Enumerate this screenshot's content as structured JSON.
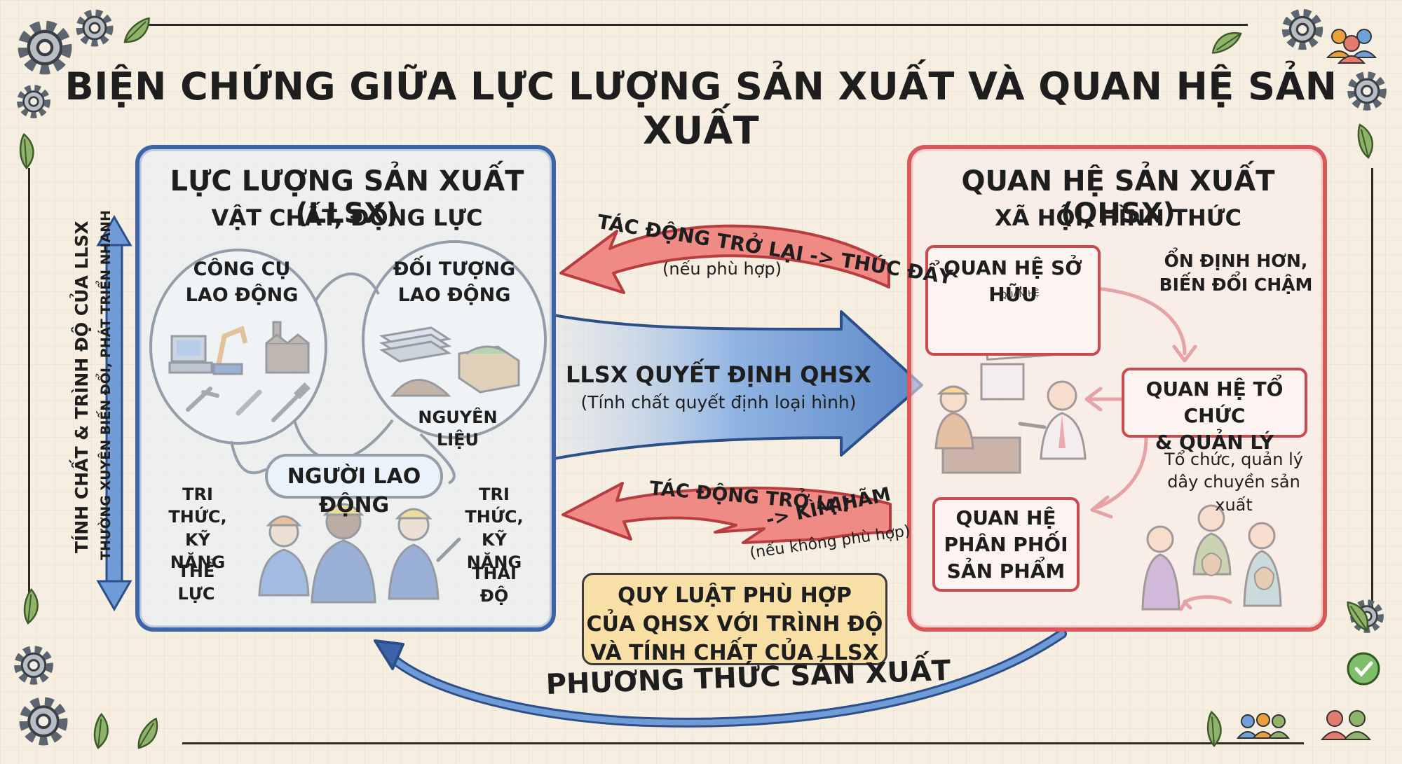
{
  "title": "BIỆN CHỨNG GIỮA LỰC LƯỢNG SẢN XUẤT VÀ QUAN HỆ SẢN XUẤT",
  "llsx": {
    "title": "LỰC LƯỢNG SẢN XUẤT (LLSX)",
    "subtitle": "VẬT CHẤT, ĐỘNG LỰC",
    "tools": [
      "CÔNG CỤ",
      "LAO ĐỘNG"
    ],
    "objects": [
      "ĐỐI TƯỢNG",
      "LAO ĐỘNG"
    ],
    "materials": "NGUYÊN LIỆU",
    "workers": "NGƯỜI LAO ĐỘNG",
    "knowledge_left": [
      "TRI THỨC,",
      "KỸ NĂNG"
    ],
    "knowledge_right": [
      "TRI THỨC,",
      "KỸ NĂNG"
    ],
    "physical": "THỂ LỰC",
    "attitude": "THÁI ĐỘ",
    "side_label_1": "TÍNH CHẤT & TRÌNH ĐỘ CỦA LLSX",
    "side_label_2": "THƯỜNG XUYÊN BIẾN ĐỔI, PHÁT TRIỂN NHANH"
  },
  "qhsx": {
    "title": "QUAN HỆ SẢN XUẤT (QHSX)",
    "subtitle": "XÃ HỘI, HÌNH THỨC",
    "ownership": "QUAN HỆ SỞ HỮU",
    "document_label": "QUAN HỆ",
    "stable": [
      "ỔN ĐỊNH HƠN,",
      "BIẾN ĐỔI CHẬM"
    ],
    "organization": [
      "QUAN HỆ TỔ CHỨC",
      "& QUẢN LÝ"
    ],
    "organization_note": [
      "Tổ chức, quản lý",
      "dây chuyền sản xuất"
    ],
    "distribution": [
      "QUAN HỆ",
      "PHÂN PHỐI",
      "SẢN PHẨM"
    ]
  },
  "arrows": {
    "feedback_top": "TÁC ĐỘNG TRỞ LẠI -> THÚC ĐẨY",
    "feedback_top_note": "(nếu phù hợp)",
    "main": "LLSX QUYẾT ĐỊNH QHSX",
    "main_note": "(Tính chất quyết định loại hình)",
    "feedback_bottom": "TÁC ĐỘNG TRỞ LẠI",
    "feedback_bottom_2": "-> KÌM HÃM",
    "feedback_bottom_note": "(nếu không phù hợp)",
    "mode": "PHƯƠNG THỨC SẢN XUẤT"
  },
  "law": [
    "QUY LUẬT PHÙ HỢP",
    "CỦA QHSX VỚI TRÌNH ĐỘ",
    "VÀ TÍNH CHẤT CỦA LLSX"
  ],
  "colors": {
    "blue": "#3d63a8",
    "red": "#d8585c",
    "arrow_blue": "#7ea3d6",
    "arrow_red": "#f08a85",
    "law_bg": "#f7dfa6"
  }
}
